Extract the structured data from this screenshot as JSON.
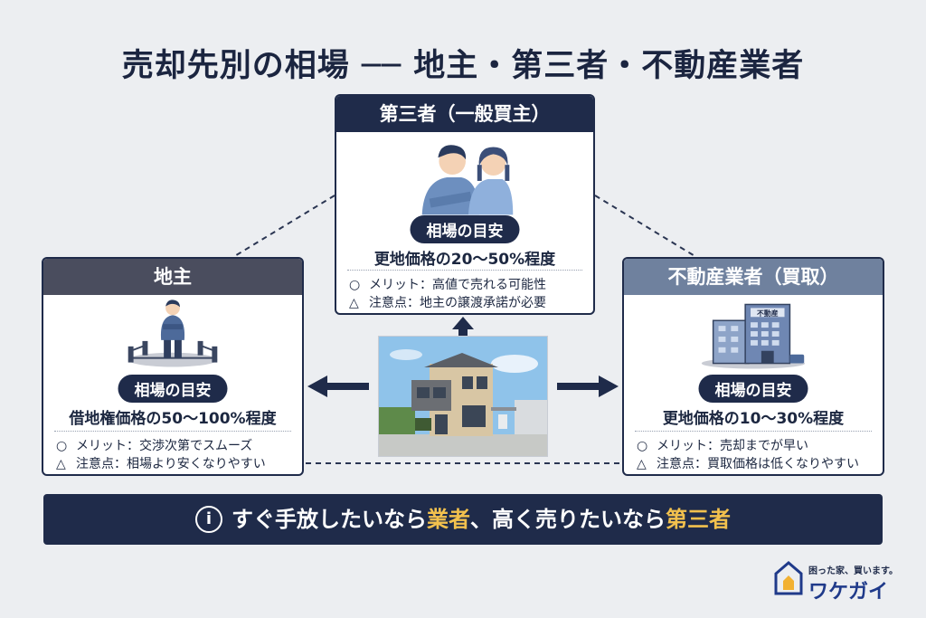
{
  "title": "売却先別の相場 ── 地主・第三者・不動産業者",
  "cards": {
    "top": {
      "header": "第三者（一般買主）",
      "pill": "相場の目安",
      "price": "更地価格の20～50%程度",
      "merit_mark": "○",
      "merit": "メリット：高値で売れる可能性",
      "caution_mark": "△",
      "caution": "注意点：地主の譲渡承諾が必要"
    },
    "left": {
      "header": "地主",
      "pill": "相場の目安",
      "price": "借地権価格の50～100%程度",
      "merit_mark": "○",
      "merit": "メリット：交渉次第でスムーズ",
      "caution_mark": "△",
      "caution": "注意点：相場より安くなりやすい"
    },
    "right": {
      "header": "不動産業者（買取）",
      "pill": "相場の目安",
      "price": "更地価格の10～30%程度",
      "merit_mark": "○",
      "merit": "メリット：売却までが早い",
      "caution_mark": "△",
      "caution": "注意点：買取価格は低くなりやすい",
      "building_sign": "不動産"
    }
  },
  "banner": {
    "info_glyph": "i",
    "part1": "すぐ手放したいなら",
    "highlight1": "業者",
    "part2": "、高く売りたいなら",
    "highlight2": "第三者"
  },
  "logo": {
    "tagline": "困った家、買います。",
    "brand": "ワケガイ"
  },
  "colors": {
    "navy": "#1f2b4a",
    "highlight": "#f2c14e",
    "left_header": "#4a4d5e",
    "right_header": "#6f819e"
  }
}
